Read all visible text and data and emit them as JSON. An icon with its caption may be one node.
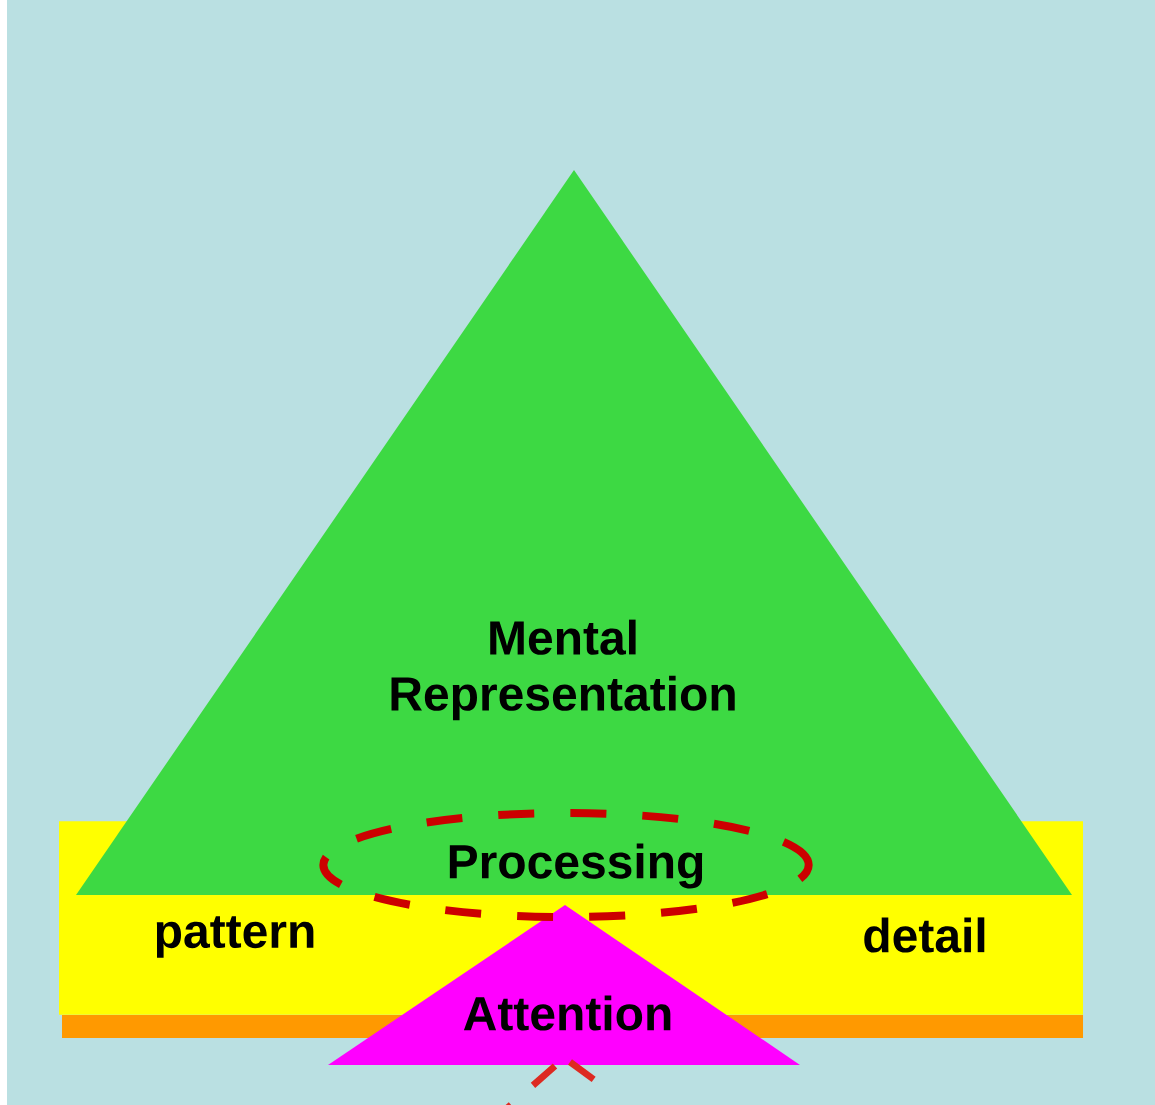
{
  "diagram": {
    "nodes": [
      {
        "text": [
          "Mental Representation"
        ]
      },
      {
        "text": [
          "pattern",
          "detail"
        ]
      },
      {
        "text": [
          "Processing"
        ]
      },
      {
        "text": [
          "Attention"
        ]
      }
    ]
  }
}
